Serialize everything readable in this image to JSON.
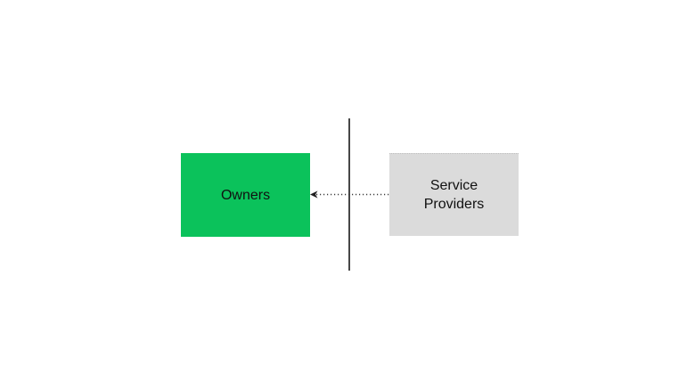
{
  "page": {
    "background": "#ffffff"
  },
  "diagram": {
    "owners_box": {
      "label": "Owners",
      "fill": "#0bc25b",
      "text_color": "#111111"
    },
    "providers_box": {
      "label": "Service Providers",
      "fill": "#dbdbdb",
      "text_color": "#111111"
    },
    "divider_line": {
      "orientation": "vertical",
      "color": "#474747"
    },
    "connector": {
      "style": "dotted",
      "direction": "right-to-left",
      "color": "#3a3a3a"
    }
  }
}
